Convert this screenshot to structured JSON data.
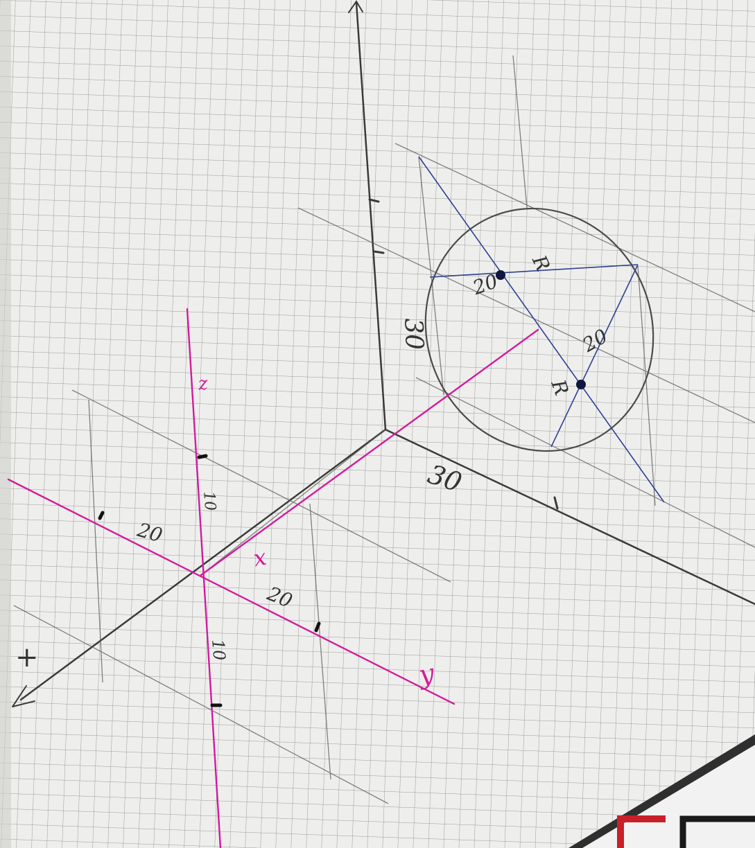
{
  "labels": {
    "axis_vertical_30": "30",
    "axis_right_30": "30",
    "magenta_x": "x",
    "magenta_y": "y",
    "magenta_z": "z",
    "dim_10_upper": "10",
    "dim_10_lower": "10",
    "dim_20_left": "20",
    "dim_20_right": "20",
    "ellipse_20_a": "20",
    "ellipse_20_b": "20",
    "ellipse_R_a": "R",
    "ellipse_R_b": "R",
    "left_axis_mark": "+"
  },
  "colors": {
    "paper": "#eeeeec",
    "grid": "#9a9a98",
    "pencil": "#3a3a3a",
    "magenta": "#d21b9c",
    "blue": "#2c3f93",
    "logo_red": "#c8202a"
  }
}
